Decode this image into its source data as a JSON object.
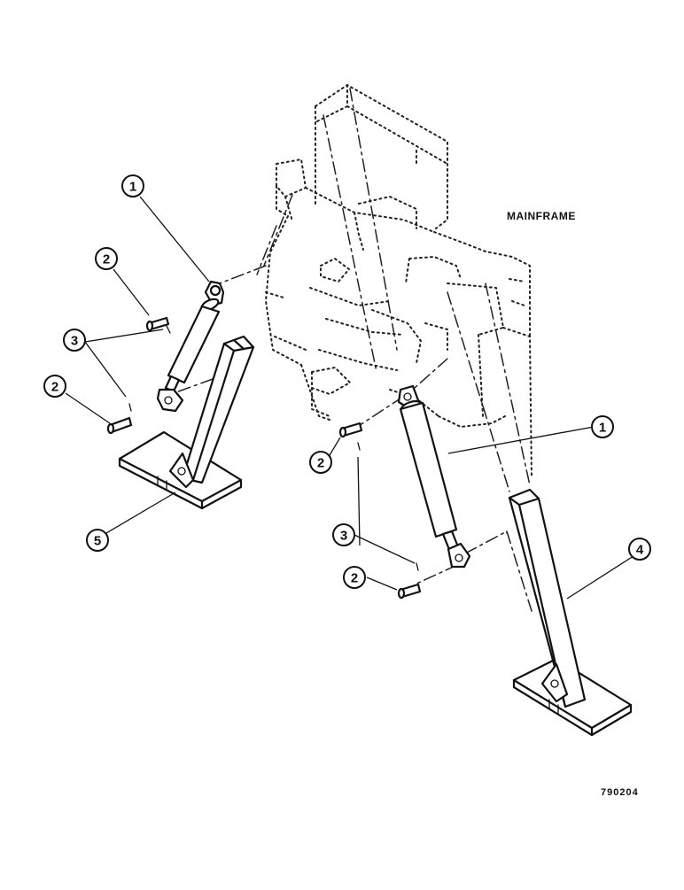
{
  "labels": {
    "mainframe": "MAINFRAME",
    "figure_number": "790204"
  },
  "callouts": {
    "c1_upper": "1",
    "c2_upper": "2",
    "c3_upper": "3",
    "c2_left": "2",
    "c5": "5",
    "c1_right": "1",
    "c2_mid": "2",
    "c3_lower": "3",
    "c2_lower": "2",
    "c4": "4"
  },
  "colors": {
    "ink": "#111111",
    "paper": "#ffffff"
  }
}
